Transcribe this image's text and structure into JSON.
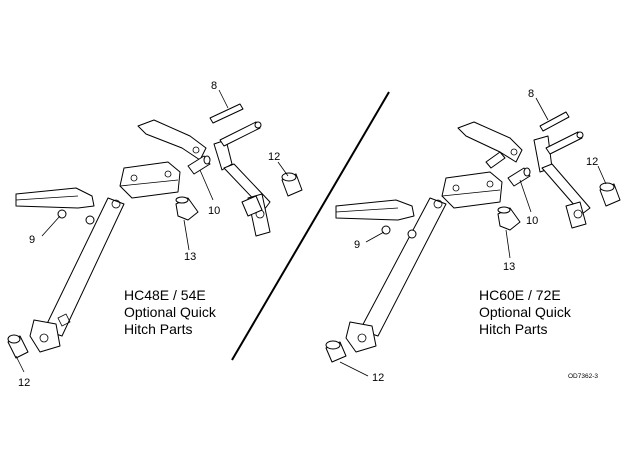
{
  "diagram": {
    "left_title": [
      "HC48E / 54E",
      "Optional Quick",
      "Hitch Parts"
    ],
    "right_title": [
      "HC60E / 72E",
      "Optional Quick",
      "Hitch Parts"
    ],
    "left_callouts": {
      "c8": "8",
      "c9": "9",
      "c10": "10",
      "c12a": "12",
      "c12b": "12",
      "c13": "13"
    },
    "right_callouts": {
      "c8": "8",
      "c9": "9",
      "c10": "10",
      "c12a": "12",
      "c12b": "12",
      "c13": "13"
    },
    "drawing_code": "OD7362-3"
  }
}
